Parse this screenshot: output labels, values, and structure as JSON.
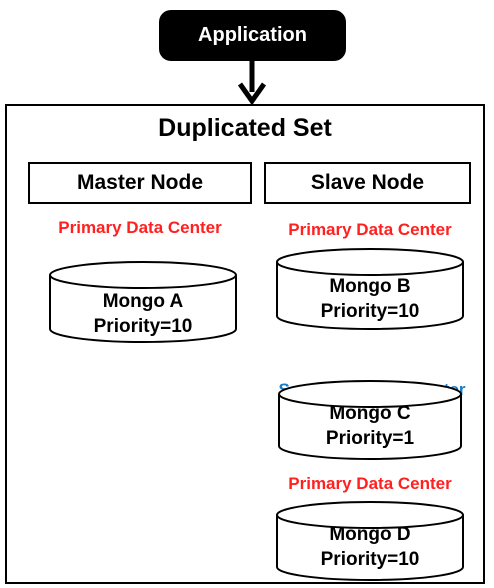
{
  "application": {
    "label": "Application"
  },
  "duplicated_set": {
    "title": "Duplicated Set",
    "master_node": {
      "label": "Master Node",
      "data_center": {
        "label": "Primary Data Center",
        "color": "#ff2020"
      },
      "database": {
        "name": "Mongo A",
        "priority": "Priority=10"
      }
    },
    "slave_node": {
      "label": "Slave Node",
      "members": [
        {
          "data_center": {
            "label": "Primary Data Center",
            "color": "#ff2020"
          },
          "database": {
            "name": "Mongo B",
            "priority": "Priority=10"
          }
        },
        {
          "data_center": {
            "label": "Secondary Data Center",
            "color": "#1a7cc4"
          },
          "database": {
            "name": "Mongo C",
            "priority": "Priority=1"
          }
        },
        {
          "data_center": {
            "label": "Primary Data Center",
            "color": "#ff2020"
          },
          "database": {
            "name": "Mongo D",
            "priority": "Priority=10"
          }
        }
      ]
    }
  }
}
